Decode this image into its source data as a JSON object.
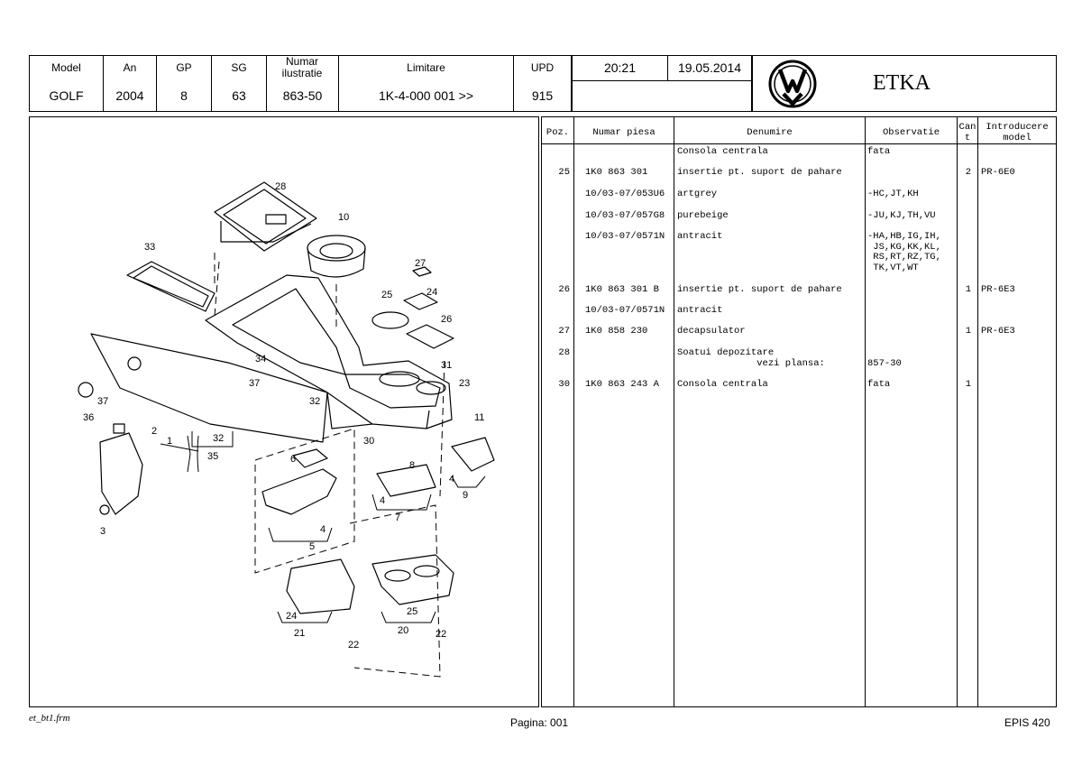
{
  "header": {
    "labels": {
      "model": "Model",
      "an": "An",
      "gp": "GP",
      "sg": "SG",
      "numar_ilustratie": "Numar ilustratie",
      "limitare": "Limitare",
      "upd": "UPD"
    },
    "values": {
      "model": "GOLF",
      "an": "2004",
      "gp": "8",
      "sg": "63",
      "numar_ilustratie": "863-50",
      "limitare": "1K-4-000 001 >>",
      "upd": "915"
    },
    "time": "20:21",
    "date": "19.05.2014",
    "brand": "ETKA",
    "logo": "vw-logo"
  },
  "diagram": {
    "callouts": [
      "28",
      "10",
      "33",
      "27",
      "25",
      "24",
      "26",
      "34",
      "31",
      "37",
      "32",
      "23",
      "11",
      "36",
      "37",
      "2",
      "1",
      "32",
      "35",
      "30",
      "6",
      "8",
      "4",
      "9",
      "4",
      "7",
      "5",
      "4",
      "3",
      "24",
      "21",
      "22",
      "25",
      "20",
      "22"
    ]
  },
  "table": {
    "columns": [
      "Poz.",
      "Numar piesa",
      "Denumire",
      "Observatie",
      "Can t",
      "Introducere model"
    ],
    "rows": [
      {
        "poz": "",
        "numar": "",
        "denumire": "Consola centrala",
        "obs": "fata",
        "cant": "",
        "intro": ""
      },
      {
        "poz": "25",
        "numar": "1K0 863 301",
        "denumire": "insertie pt. suport de pahare",
        "obs": "",
        "cant": "2",
        "intro": "PR-6E0"
      },
      {
        "poz": "",
        "numar": "10/03-07/053U6",
        "denumire": "artgrey",
        "obs": "-HC,JT,KH",
        "cant": "",
        "intro": ""
      },
      {
        "poz": "",
        "numar": "10/03-07/057G8",
        "denumire": "purebeige",
        "obs": "-JU,KJ,TH,VU",
        "cant": "",
        "intro": ""
      },
      {
        "poz": "",
        "numar": "10/03-07/0571N",
        "denumire": "antracit",
        "obs": "-HA,HB,IG,IH,\n JS,KG,KK,KL,\n RS,RT,RZ,TG,\n TK,VT,WT",
        "cant": "",
        "intro": ""
      },
      {
        "poz": "26",
        "numar": "1K0 863 301 B",
        "denumire": "insertie pt. suport de pahare",
        "obs": "",
        "cant": "1",
        "intro": "PR-6E3"
      },
      {
        "poz": "",
        "numar": "10/03-07/0571N",
        "denumire": "antracit",
        "obs": "",
        "cant": "",
        "intro": ""
      },
      {
        "poz": "27",
        "numar": "1K0 858 230",
        "denumire": "decapsulator",
        "obs": "",
        "cant": "1",
        "intro": "PR-6E3"
      },
      {
        "poz": "28",
        "numar": "",
        "denumire": "Soatui depozitare\n              vezi plansa:",
        "obs": "\n857-30",
        "cant": "",
        "intro": ""
      },
      {
        "poz": "30",
        "numar": "1K0 863 243 A",
        "denumire": "Consola centrala",
        "obs": "fata",
        "cant": "1",
        "intro": ""
      }
    ]
  },
  "footer": {
    "left": "et_bt1.frm",
    "center": "Pagina: 001",
    "right": "EPIS 420"
  }
}
